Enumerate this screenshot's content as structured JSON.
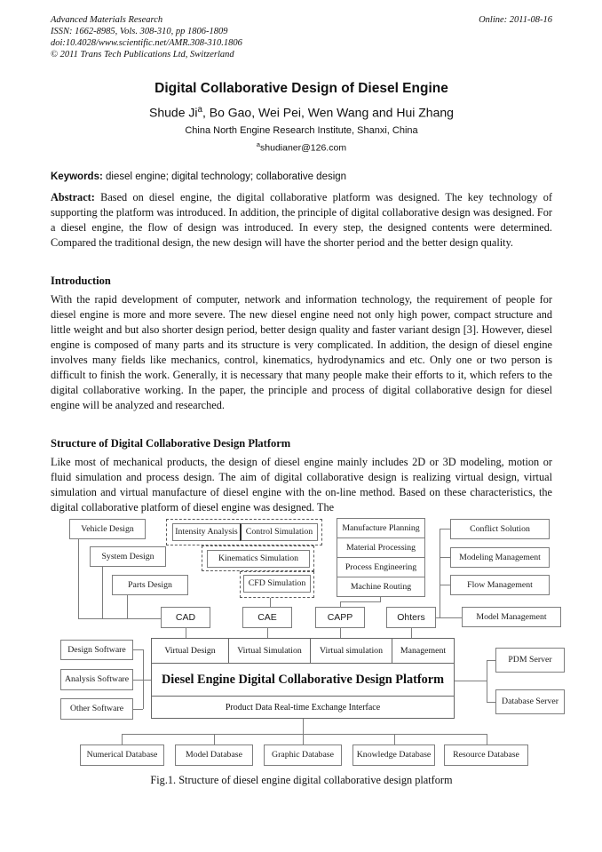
{
  "header": {
    "journal": "Advanced Materials Research",
    "issn_line": "ISSN: 1662-8985, Vols. 308-310, pp 1806-1809",
    "doi_line": "doi:10.4028/www.scientific.net/AMR.308-310.1806",
    "copyright_line": "© 2011 Trans Tech Publications Ltd, Switzerland",
    "online_date": "Online: 2011-08-16"
  },
  "title": "Digital Collaborative Design of Diesel Engine",
  "authors": {
    "first": "Shude Ji",
    "first_sup": "a",
    "rest": ", Bo Gao, Wei Pei, Wen Wang and Hui Zhang"
  },
  "affiliation": "China North Engine Research Institute, Shanxi, China",
  "email": {
    "sup": "a",
    "text": "shudianer@126.com"
  },
  "keywords": {
    "label": "Keywords:",
    "text": " diesel engine; digital technology; collaborative design"
  },
  "abstract": {
    "label": "Abstract:",
    "text": " Based on diesel engine, the digital collaborative platform was designed. The key technology of supporting the platform was introduced. In addition, the principle of digital collaborative design was designed. For a diesel engine, the flow of design was introduced. In every step, the designed contents were determined. Compared the traditional design, the new design will have the shorter period and the better design quality."
  },
  "sections": [
    {
      "heading": "Introduction",
      "body": "With the rapid development of computer, network and information technology, the requirement of people for diesel engine is more and more severe. The new diesel engine need not only high power, compact structure and little weight and but also shorter design period, better design quality and faster variant design [3]. However, diesel engine is composed of many parts and its structure is very complicated. In addition, the design of diesel engine involves many fields like mechanics, control, kinematics, hydrodynamics and etc. Only one or two person is difficult to finish the work. Generally, it is necessary that many people make their efforts to it, which refers to the digital collaborative working. In the paper, the principle and process of digital collaborative design for diesel engine will be analyzed and researched."
    },
    {
      "heading": "Structure of Digital Collaborative Design Platform",
      "body": "Like most of mechanical products, the design of diesel engine mainly includes 2D or 3D modeling, motion or fluid simulation and process design. The aim of digital collaborative design is realizing virtual design, virtual simulation and virtual manufacture of diesel engine with the on-line method. Based on these characteristics, the digital collaborative platform of diesel engine was designed. The"
    }
  ],
  "figure": {
    "caption": "Fig.1. Structure of diesel engine digital collaborative design platform",
    "boxes": {
      "vehicle_design": "Vehicle Design",
      "system_design": "System Design",
      "parts_design": "Parts Design",
      "intensity_analysis": "Intensity Analysis",
      "control_simulation": "Control Simulation",
      "kinematics_simulation": "Kinematics Simulation",
      "cfd_simulation": "CFD Simulation",
      "manufacture_planning": "Manufacture Planning",
      "material_processing": "Material Processing",
      "process_engineering": "Process Engineering",
      "machine_routing": "Machine Routing",
      "conflict_solution": "Conflict Solution",
      "modeling_management": "Modeling Management",
      "flow_management": "Flow Management",
      "cad": "CAD",
      "cae": "CAE",
      "capp": "CAPP",
      "ohters": "Ohters",
      "model_management": "Model Management",
      "design_software": "Design Software",
      "analysis_software": "Analysis Software",
      "other_software": "Other Software",
      "virtual_design": "Virtual Design",
      "virtual_simulation": "Virtual Simulation",
      "virtual_simulation_2": "Virtual simulation",
      "management": "Management",
      "platform_title": "Diesel Engine Digital Collaborative Design Platform",
      "interface": "Product Data Real-time Exchange Interface",
      "pdm_server": "PDM Server",
      "database_server": "Database Server",
      "numerical_database": "Numerical Database",
      "model_database": "Model Database",
      "graphic_database": "Graphic Database",
      "knowledge_database": "Knowledge Database",
      "resource_database": "Resource Database"
    }
  },
  "colors": {
    "text": "#111111",
    "box_border": "#7d7d7d",
    "dashed_border": "#5a5a5a",
    "page_bg": "#ffffff"
  }
}
